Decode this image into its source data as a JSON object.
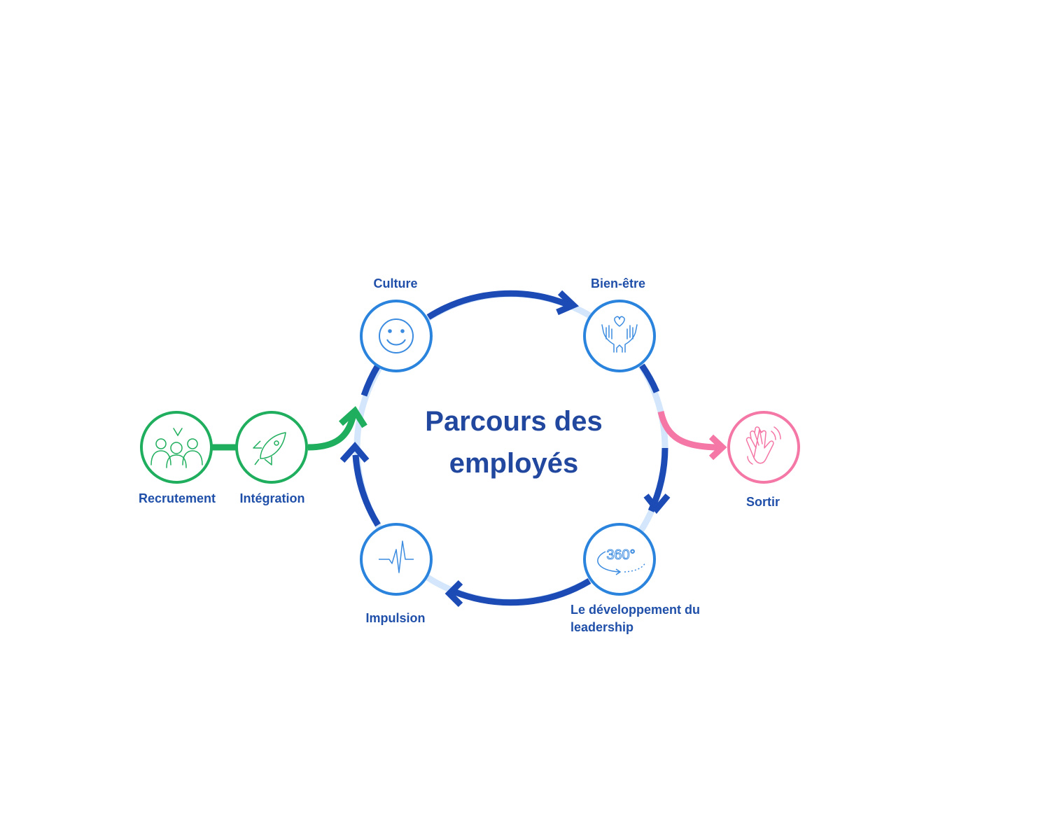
{
  "diagram": {
    "title_line1": "Parcours des",
    "title_line2": "employés",
    "stages": {
      "recruitment": "Recrutement",
      "onboarding": "Intégration",
      "culture": "Culture",
      "wellbeing": "Bien-être",
      "exit": "Sortir",
      "leadership_line1": "Le développement du",
      "leadership_line2": "leadership",
      "impulse": "Impulsion"
    },
    "icon_text": {
      "rotation": "360°"
    }
  },
  "colors": {
    "navy": "#1f4fa8",
    "cycle_dark": "#1c4bb5",
    "cycle_light": "#d3e6fb",
    "node_blue": "#2a83dc",
    "icon_blue": "#3b8be0",
    "green": "#1fae5d",
    "pink": "#f477a6",
    "title": "#21489e"
  },
  "icons": {
    "recruitment": "team-people-icon",
    "onboarding": "rocket-icon",
    "culture": "smiley-face-icon",
    "wellbeing": "hands-heart-icon",
    "leadership": "rotation-360-icon",
    "impulse": "pulse-line-icon",
    "exit": "waving-hand-icon"
  }
}
